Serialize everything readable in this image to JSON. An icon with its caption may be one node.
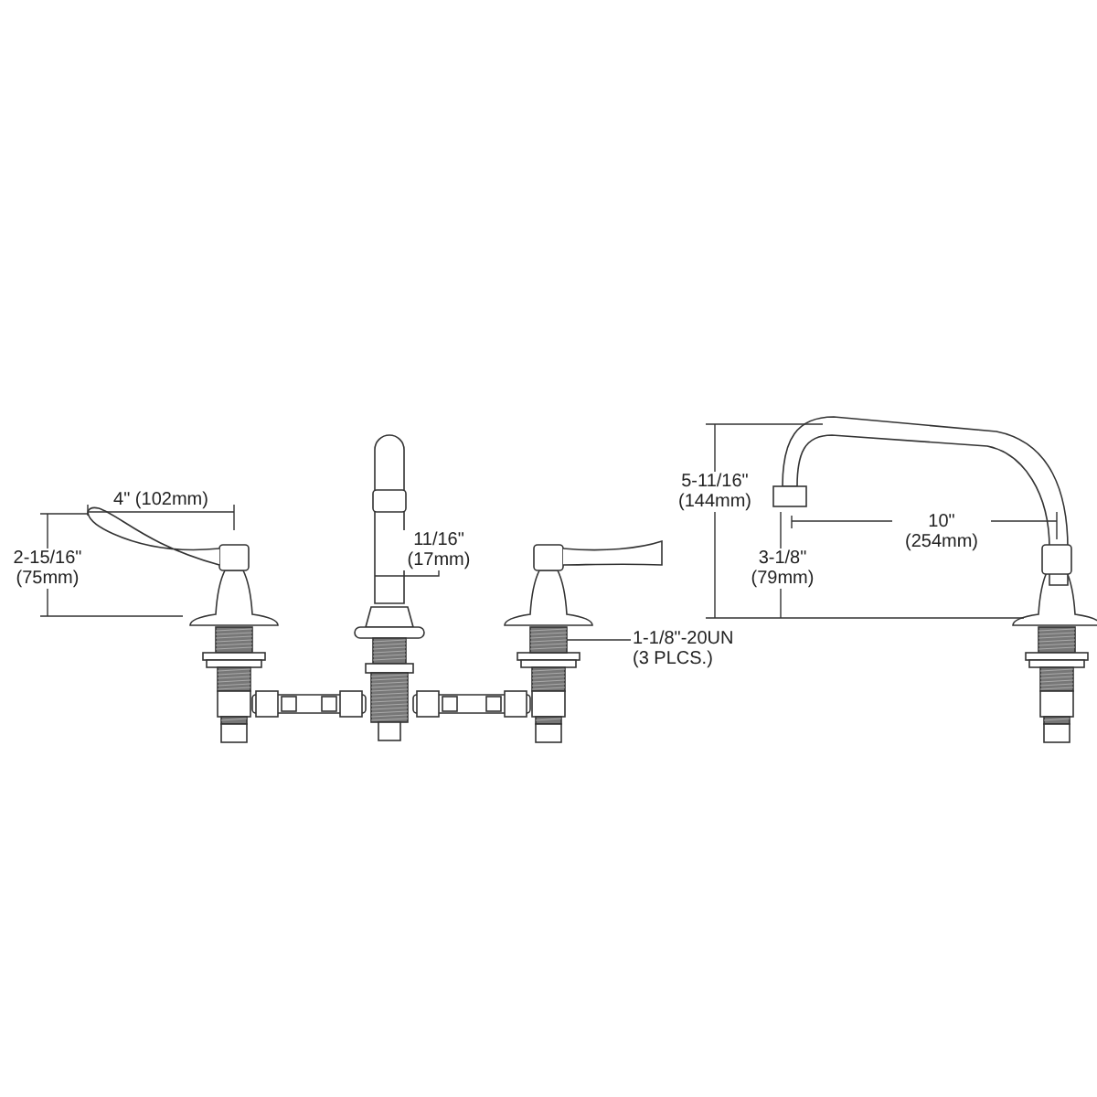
{
  "diagram": {
    "nodes": [
      {
        "text": [
          "1-1/8\"-20UN (3 PLCS.)"
        ]
      },
      {
        "text": [],
        "shape": "picture"
      }
    ],
    "edges": [
      {
        "from": 0,
        "to": 1,
        "arrow": "none"
      }
    ],
    "labels": [
      "4\" (102mm)",
      "2-15/16\" (75mm)",
      "11/16\" (17mm)",
      "5-11/16\" (144mm)",
      "10\" (254mm)",
      "3-1/8\" (79mm)"
    ]
  }
}
